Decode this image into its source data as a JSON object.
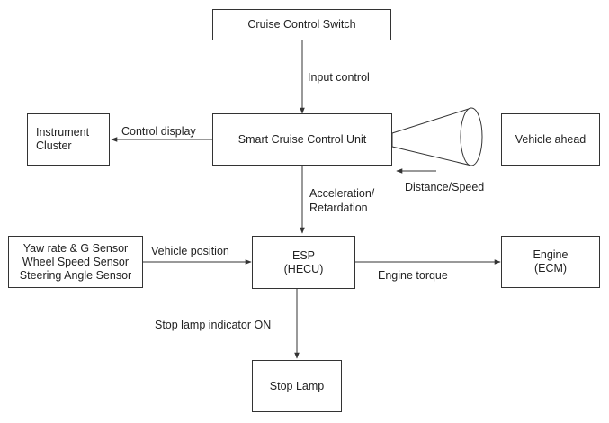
{
  "nodes": {
    "cruise_switch": "Cruise Control Switch",
    "instrument_cluster": "Instrument\nCluster",
    "scc_unit": "Smart Cruise Control Unit",
    "vehicle_ahead": "Vehicle ahead",
    "sensors": "Yaw rate & G Sensor\nWheel Speed Sensor\nSteering Angle Sensor",
    "esp": "ESP\n(HECU)",
    "engine": "Engine\n(ECM)",
    "stop_lamp": "Stop Lamp"
  },
  "edges": {
    "input_control": "Input control",
    "control_display": "Control display",
    "distance_speed": "Distance/Speed",
    "acceleration": "Acceleration/\nRetardation",
    "vehicle_position": "Vehicle position",
    "engine_torque": "Engine torque",
    "stop_lamp_indicator": "Stop lamp indicator ON"
  }
}
